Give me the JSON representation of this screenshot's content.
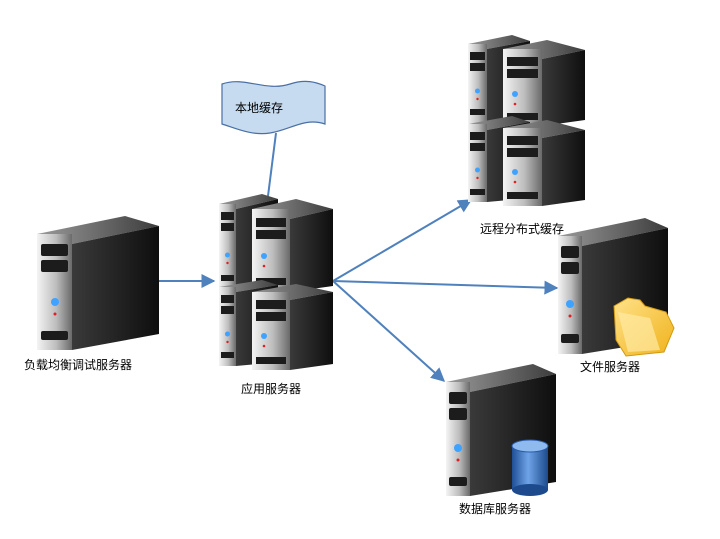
{
  "labels": {
    "local_cache": "本地缓存",
    "load_balancer": "负载均衡调试服务器",
    "app_server": "应用服务器",
    "distributed_cache": "远程分布式缓存",
    "file_server": "文件服务器",
    "db_server": "数据库服务器"
  },
  "colors": {
    "arrow": "#4f81bd",
    "cache_flag_fill": "#c6dbef",
    "cache_flag_stroke": "#4a6fa5",
    "server_dark": "#2a2a2a",
    "server_light": "#e6e6e6",
    "led_blue": "#3fa2ff",
    "led_red": "#e02020",
    "folder": "#f7c63a",
    "db_cylinder": "#2f6fc4"
  }
}
